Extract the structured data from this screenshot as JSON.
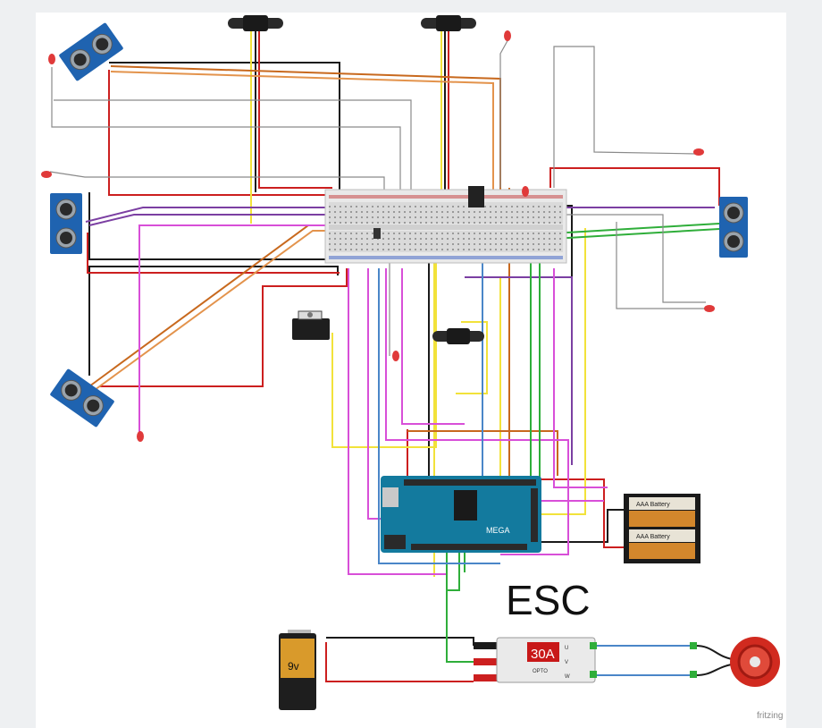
{
  "diagram": {
    "esc_label": "ESC",
    "brand": "fritzing",
    "battery_9v_label": "9v",
    "battery_pack_label": "AAA Battery",
    "esc_rating": "30A",
    "esc_brand": "OPTO",
    "esc_phases": [
      "U",
      "V",
      "W"
    ],
    "arduino_label": "MEGA",
    "colors": {
      "red": "#cc1f1f",
      "black": "#1a1a1a",
      "yellow": "#f2e23a",
      "orange": "#c8691e",
      "purple": "#7b3fa2",
      "magenta": "#d84fd8",
      "green": "#2fae3a",
      "blue": "#4a86c8",
      "gray": "#8a8a8a",
      "sensor": "#1f63b0",
      "board": "#137a9e"
    }
  }
}
